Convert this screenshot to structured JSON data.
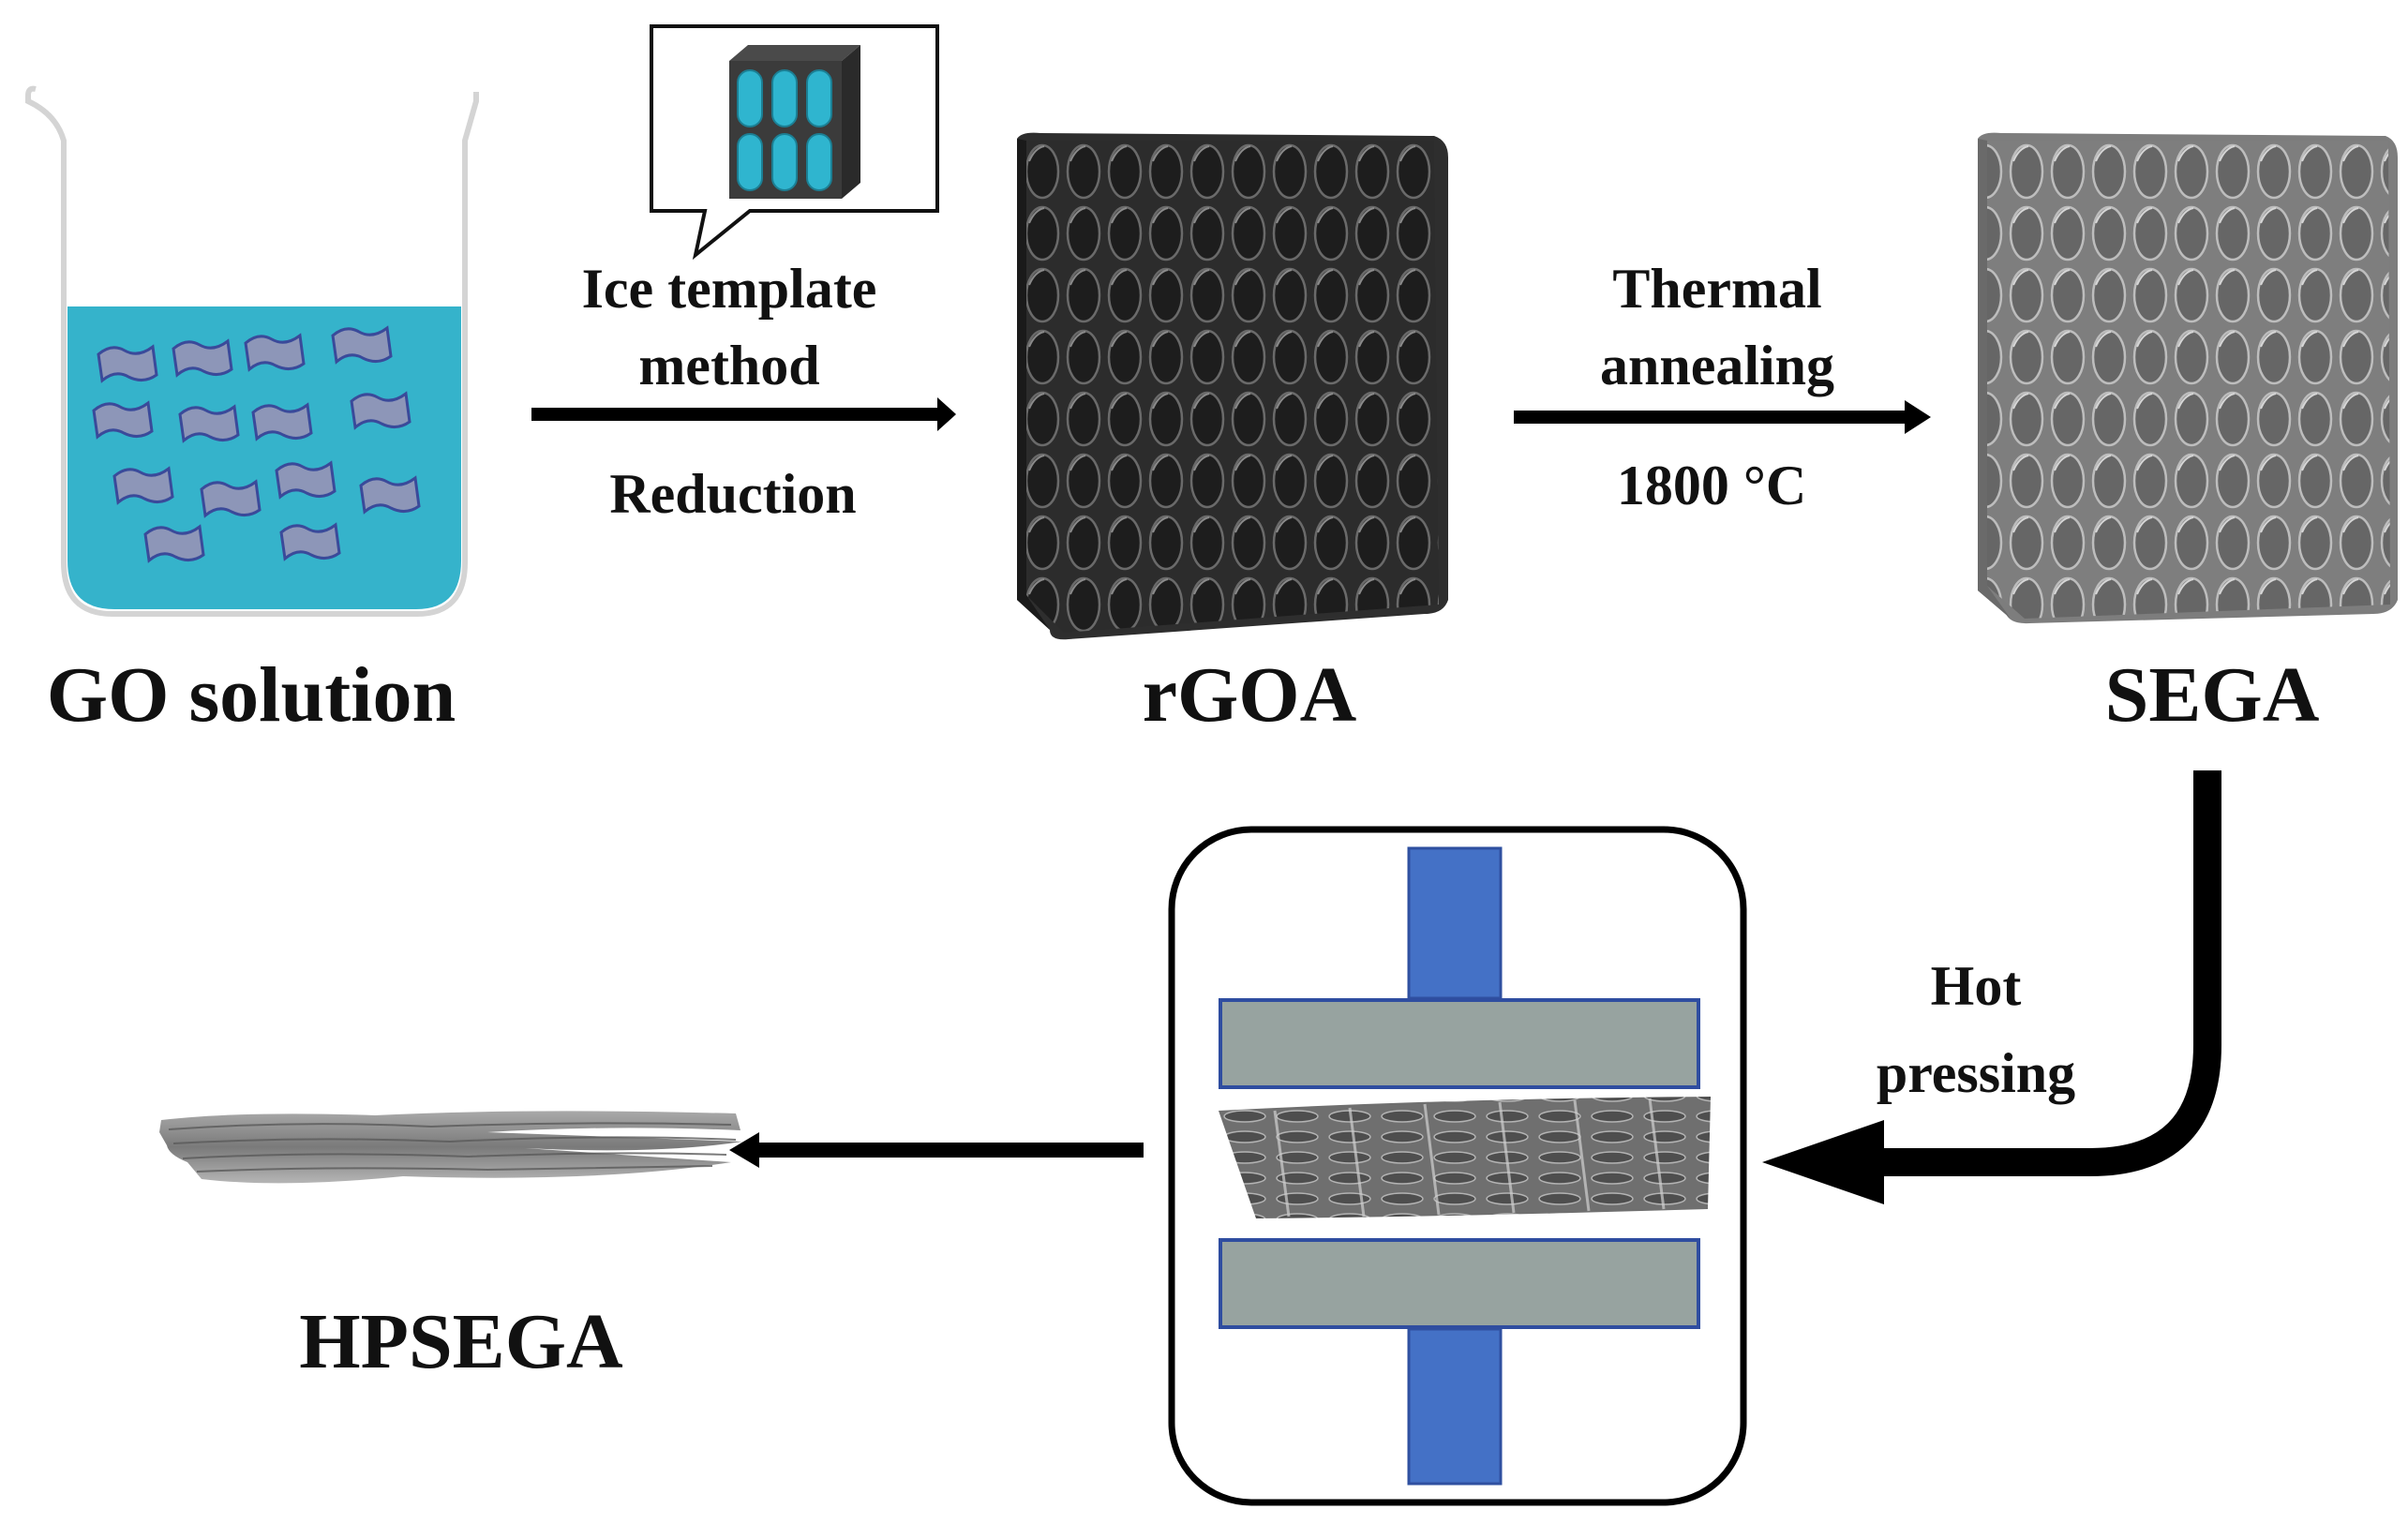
{
  "labels": {
    "go_solution": "GO solution",
    "rgoa": "rGOA",
    "sega": "SEGA",
    "hpsega": "HPSEGA",
    "step1_line1": "Ice template",
    "step1_line2": "method",
    "step1_below": "Reduction",
    "step2_line1": "Thermal",
    "step2_line2": "annealing",
    "step2_below": "1800 °C",
    "step3_line1": "Hot",
    "step3_line2": "pressing"
  },
  "colors": {
    "solution": "#35b3cb",
    "flake": "#8d96b8",
    "flake_edge": "#3a4a9a",
    "rgoa": "#2e2e2e",
    "sega": "#7d7d7d",
    "press_rod": "#4471c6",
    "press_plate": "#97a3a0",
    "arrow": "#000000"
  },
  "icons": {
    "beaker": "beaker-icon",
    "callout": "callout-ice-template-icon",
    "rgoa_block": "porous-block-icon",
    "sega_block": "porous-block-icon",
    "press": "hot-press-icon",
    "film": "compressed-film-icon"
  }
}
